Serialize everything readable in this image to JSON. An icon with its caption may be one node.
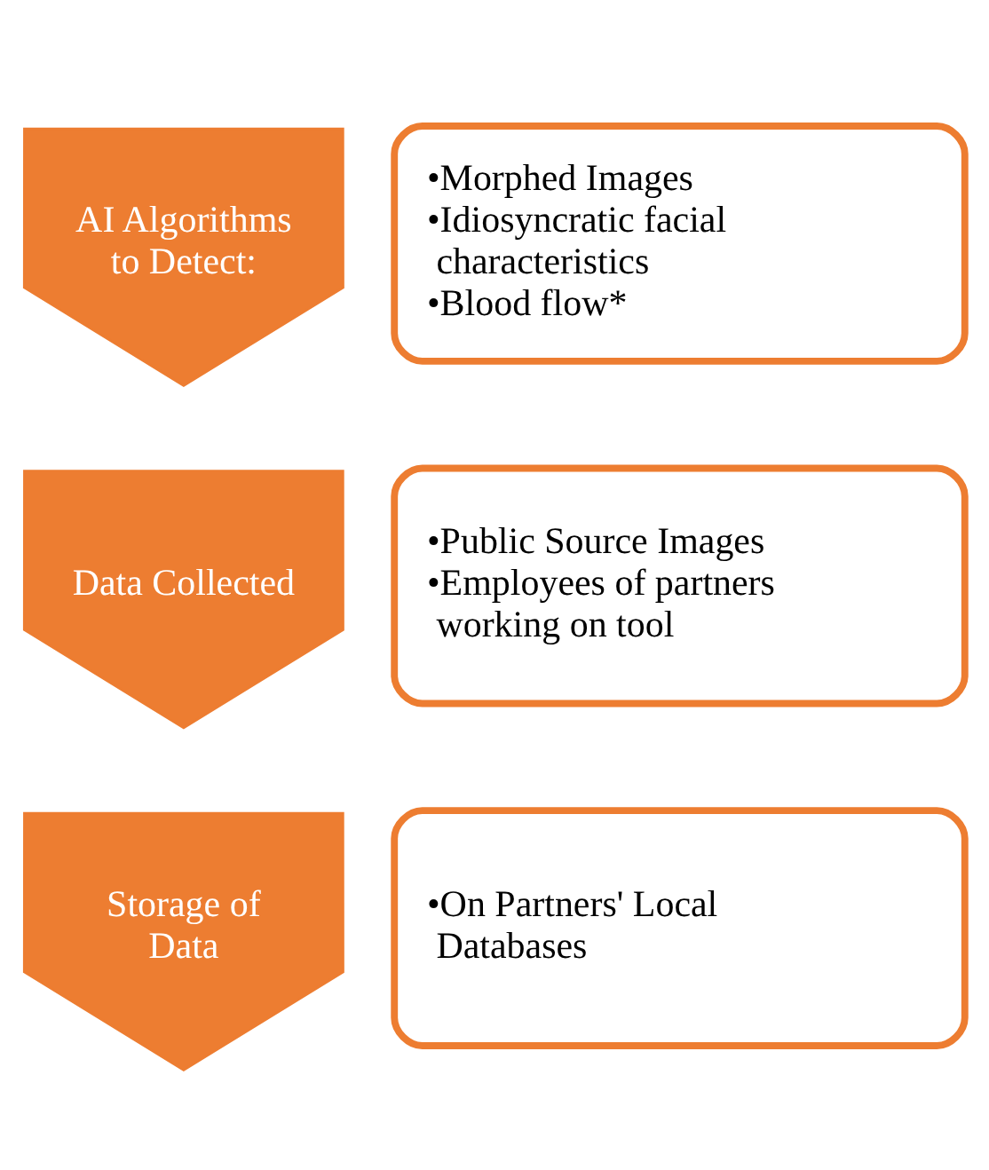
{
  "diagram": {
    "nodes": [
      {
        "text": [
          "AI Algorithms to Detect:"
        ]
      },
      {
        "text": [
          "•Morphed Images",
          "•Idiosyncratic facial characteristics",
          "•Blood flow*"
        ]
      },
      {
        "text": [
          "Data Collected"
        ]
      },
      {
        "text": [
          "•Public Source Images",
          "•Employees of partners working on tool"
        ]
      },
      {
        "text": [
          "Storage of Data"
        ]
      },
      {
        "text": [
          "•On Partners' Local Databases"
        ]
      }
    ],
    "edges": []
  }
}
